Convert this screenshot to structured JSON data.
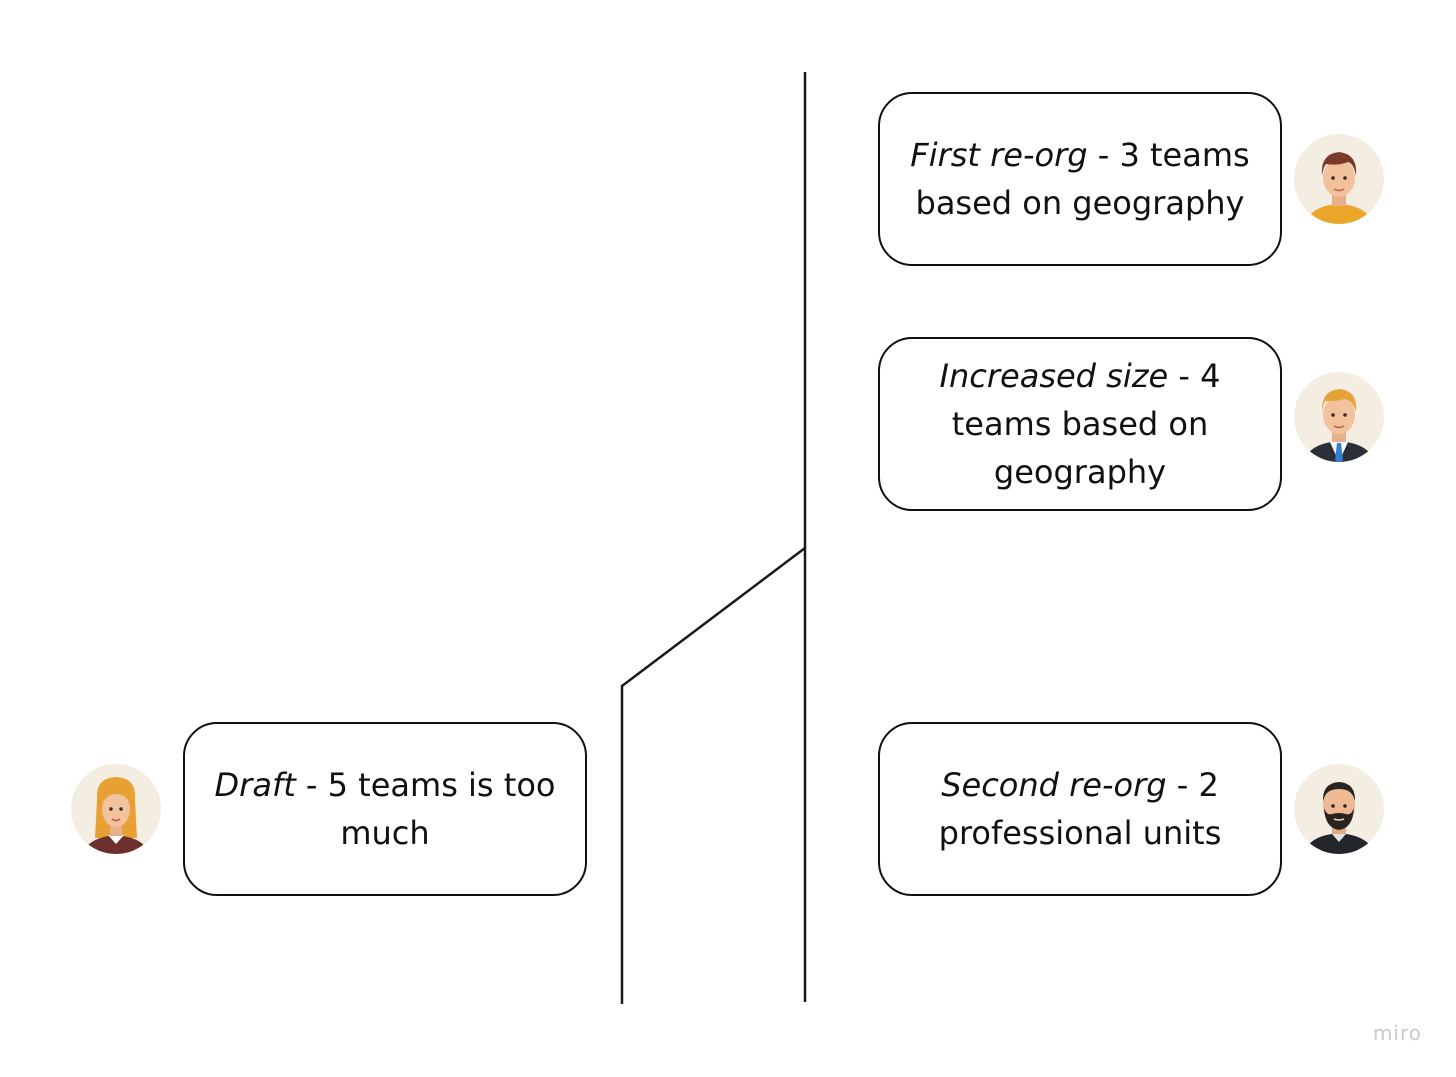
{
  "cards": {
    "first_reorg": {
      "em": "First re-org",
      "rest": " - 3 teams based on  geography"
    },
    "increased_size": {
      "em": "Increased size",
      "rest": " - 4 teams based on geography"
    },
    "draft": {
      "em": "Draft",
      "rest": " - 5 teams is too much"
    },
    "second_reorg": {
      "em": "Second re-org",
      "rest": " - 2 professional units"
    }
  },
  "avatars": {
    "man_orange_shirt": "man-orange-shirt-avatar",
    "man_suit": "man-suit-avatar",
    "woman": "woman-avatar",
    "man_beard": "man-beard-avatar"
  },
  "colors": {
    "line": "#1a1a1a",
    "avatar_bg": "#f3ede2"
  },
  "watermark": "miro"
}
